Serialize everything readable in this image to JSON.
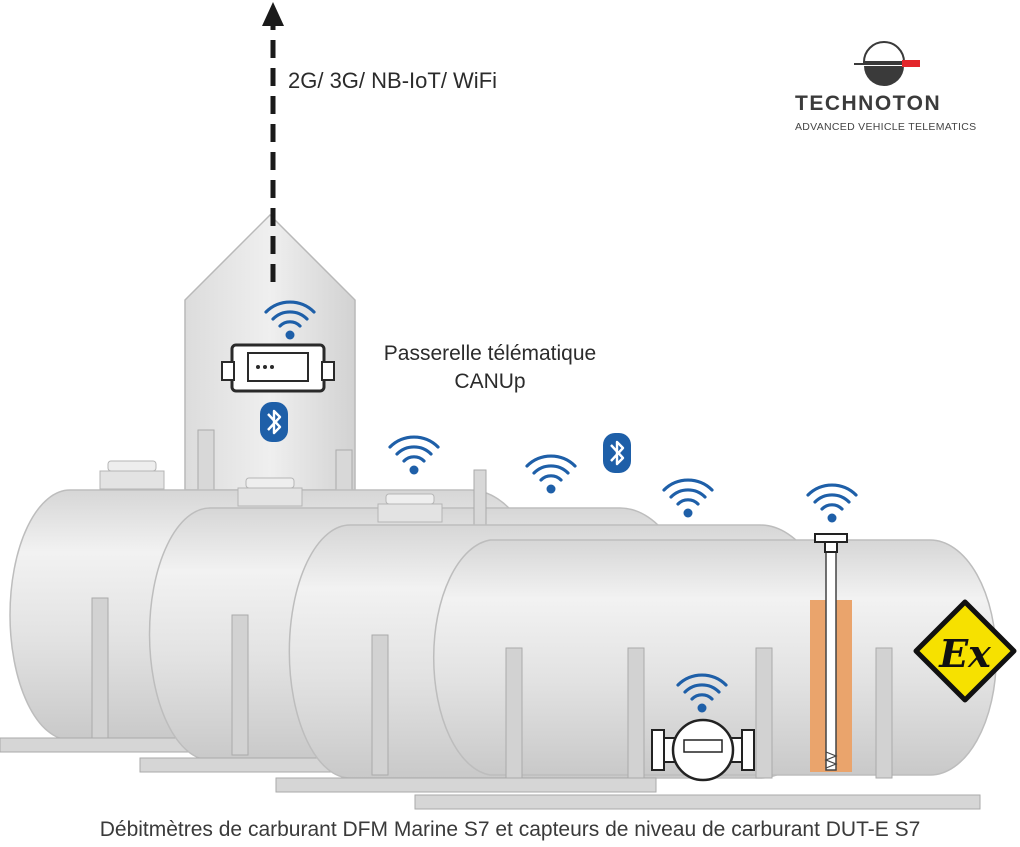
{
  "network": {
    "label": "2G/ 3G/ NB-IoT/ WiFi"
  },
  "gateway": {
    "line1": "Passerelle télématique",
    "line2": "CANUp"
  },
  "caption": "Débitmètres de carburant DFM Marine S7 et capteurs de niveau de carburant DUT-E S7",
  "brand": {
    "name": "TECHNOTON",
    "tagline": "ADVANCED VEHICLE TELEMATICS",
    "accent": "#e3262b"
  },
  "badge": {
    "text": "Ex",
    "fill": "#f6e100"
  },
  "colors": {
    "wifi": "#1e5fa8",
    "bluetooth": "#1e5fa8",
    "tank": "#e6e6e6",
    "fuel": "#eaa46c"
  },
  "icons": [
    "wifi-icon",
    "bluetooth-icon",
    "arrow-up-icon",
    "ex-explosion-proof-icon"
  ]
}
